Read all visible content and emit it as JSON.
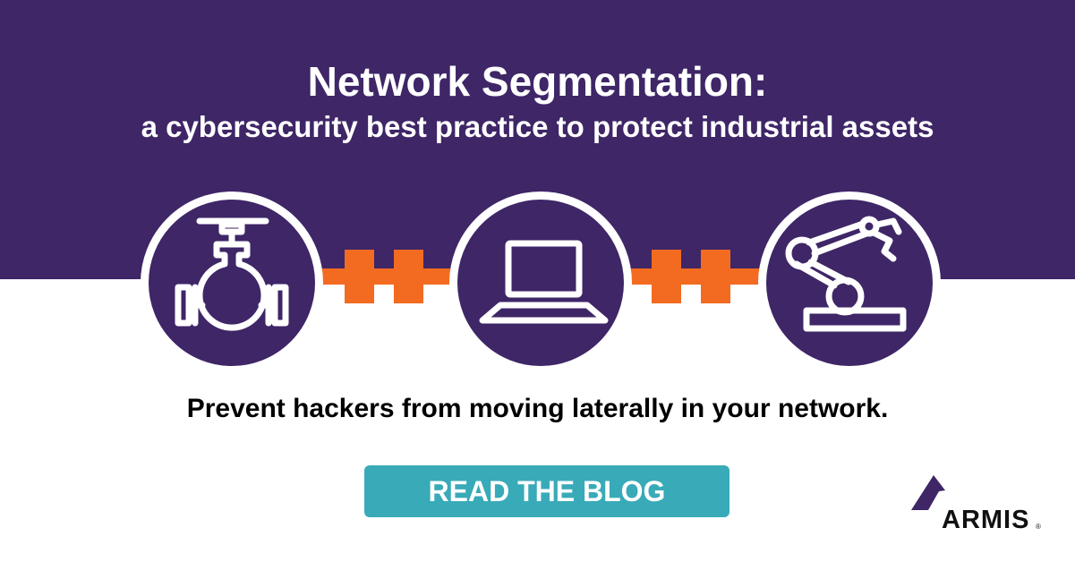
{
  "header": {
    "title": "Network Segmentation:",
    "subtitle": "a cybersecurity best practice to protect industrial assets"
  },
  "icons": [
    {
      "name": "industrial-valve-icon"
    },
    {
      "name": "laptop-icon"
    },
    {
      "name": "robotic-arm-icon"
    }
  ],
  "tagline": "Prevent hackers from moving laterally in your network.",
  "cta": {
    "label": "READ THE BLOG"
  },
  "brand": {
    "logo_text": "ARMIS",
    "registered": "®"
  },
  "colors": {
    "primary_purple": "#3e2667",
    "connector_orange": "#f26b21",
    "cta_teal": "#38aab8",
    "background": "#ffffff"
  }
}
